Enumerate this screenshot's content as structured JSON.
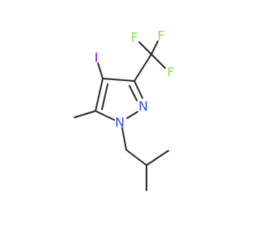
{
  "molecule": {
    "atoms": {
      "iodine": {
        "symbol": "I",
        "color": "#9400d3"
      },
      "fluorine_top_left": {
        "symbol": "F",
        "color": "#90e050"
      },
      "fluorine_top_right": {
        "symbol": "F",
        "color": "#90e050"
      },
      "fluorine_right": {
        "symbol": "F",
        "color": "#90e050"
      },
      "nitrogen_2": {
        "symbol": "N",
        "color": "#3050f8"
      },
      "nitrogen_1": {
        "symbol": "N",
        "color": "#3050f8"
      }
    },
    "bond_color": "#2b2b2b"
  }
}
